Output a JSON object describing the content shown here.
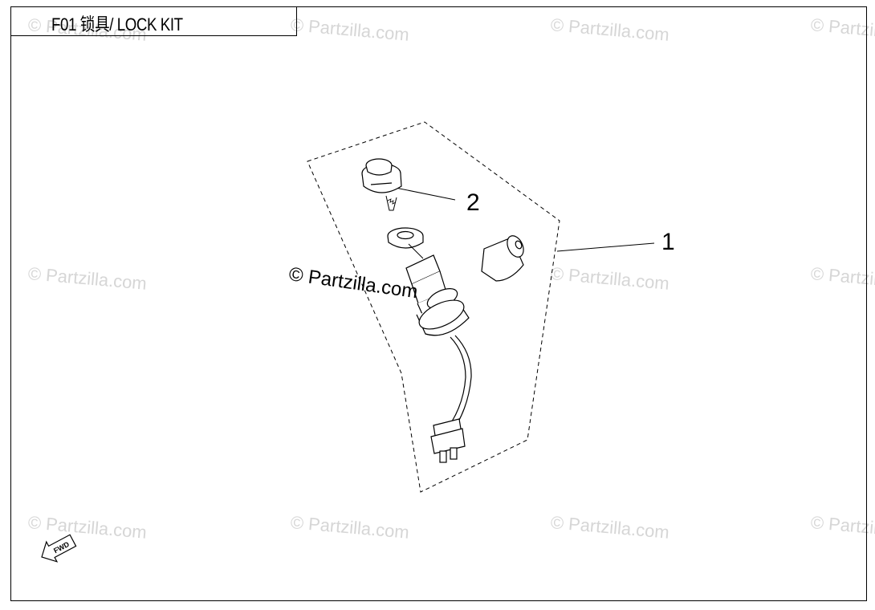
{
  "title": "F01 锁具/ LOCK KIT",
  "watermark_text": "© Partzilla.com",
  "callouts": [
    "1",
    "2"
  ],
  "direction_marker": "FWD",
  "colors": {
    "line": "#000000",
    "watermark": "#d6d6d6",
    "background": "#ffffff"
  }
}
